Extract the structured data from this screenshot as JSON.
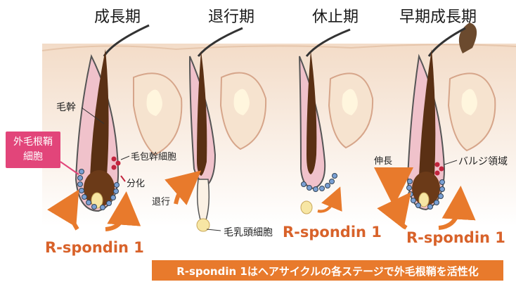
{
  "stages": [
    {
      "title": "成長期"
    },
    {
      "title": "退行期"
    },
    {
      "title": "休止期"
    },
    {
      "title": "早期成長期"
    }
  ],
  "labels": {
    "hair_shaft": "毛幹",
    "hair_follicle_stem_cell": "毛包幹細胞",
    "differentiation": "分化",
    "regression": "退行",
    "dermal_papilla_cell": "毛乳頭細胞",
    "elongation": "伸長",
    "bulge_region": "バルジ領域"
  },
  "callout": {
    "text": "外毛根鞘\n細胞"
  },
  "r_spondin": "R-spondin 1",
  "banner": {
    "text": "R-spondin 1はヘアサイクルの各ステージで外毛根鞘を活性化"
  },
  "colors": {
    "skin": "#f3dcc8",
    "hair": "#5a3014",
    "sheath_pink": "#e7a9b8",
    "bulge_pink": "#d98ea0",
    "dots_blue": "#6c93c8",
    "arrow_orange": "#e87a2c",
    "callout_pink": "#e2457a",
    "stem_cell_red": "#c2243d"
  }
}
